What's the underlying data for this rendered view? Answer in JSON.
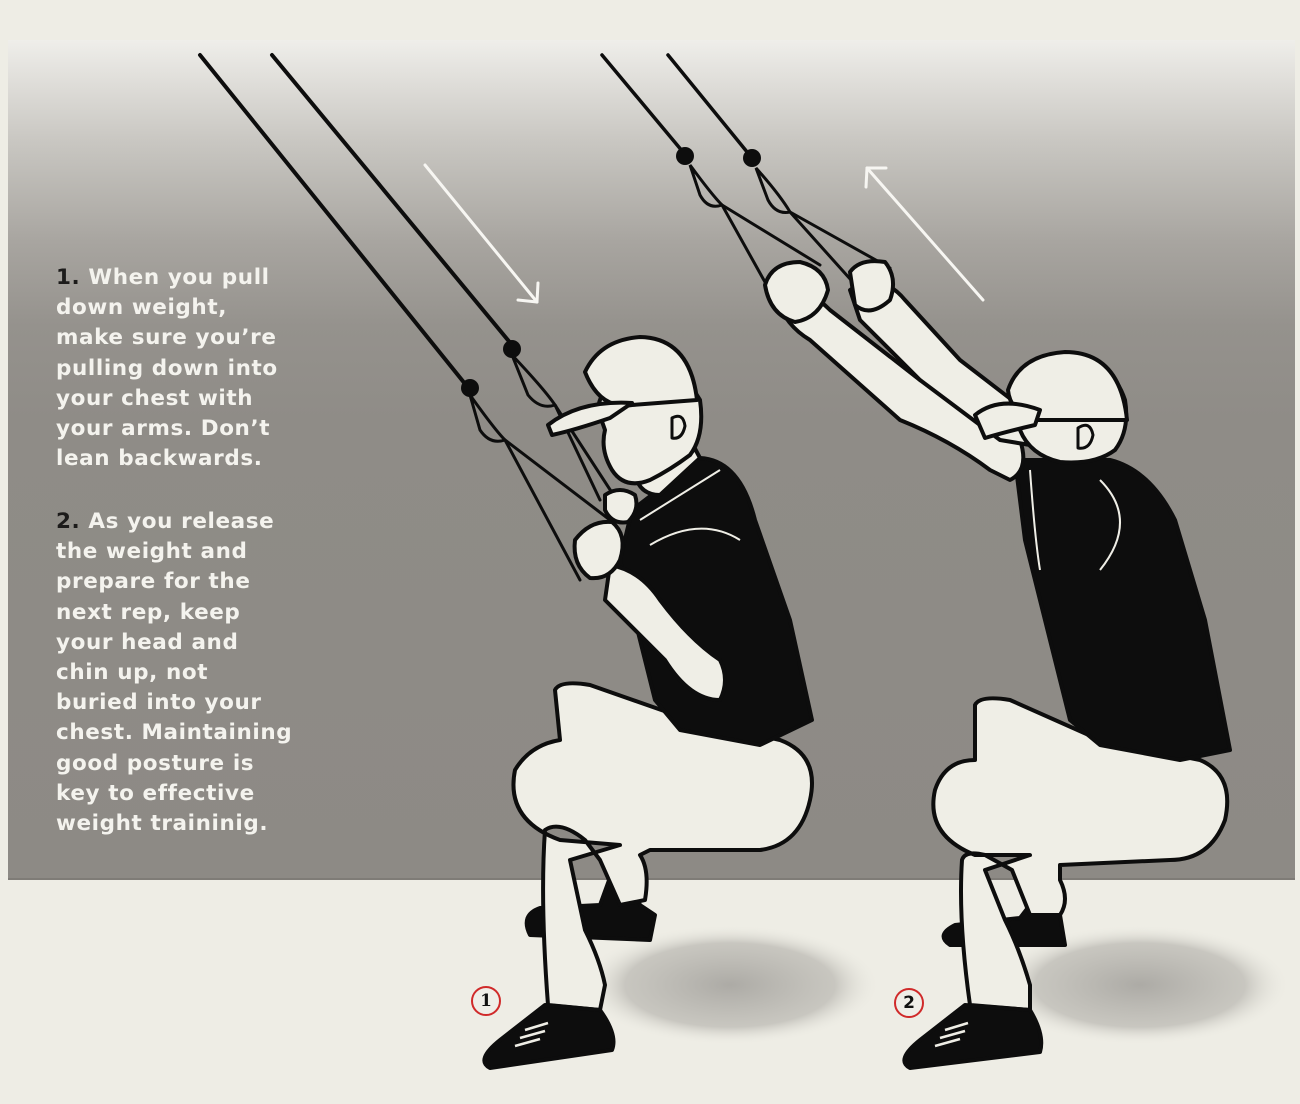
{
  "illustration": {
    "subject": "suspension-strap pull-down exercise, two stages",
    "colors": {
      "page_background": "#eeede5",
      "panel_gray": "#8d8a85",
      "caption_text": "#f4f3ee",
      "caption_number": "#1c1b1a",
      "badge_ring": "#d02a2a",
      "ink": "#0d0d0d",
      "skin_pants": "#efeee6"
    }
  },
  "captions": [
    {
      "number": "1.",
      "text": "When you pull down weight, make sure you’re pulling down into your chest with your arms. Don’t lean backwards."
    },
    {
      "number": "2.",
      "text": "As you release the weight and prepare for the next rep, keep your head and chin up, not buried into your chest. Maintaining good posture is key to effective weight traininig."
    }
  ],
  "figures": [
    {
      "badge": "1",
      "arrow": "down-right",
      "pose": "pulling handles to chest"
    },
    {
      "badge": "2",
      "arrow": "up-left",
      "pose": "arms extended, releasing"
    }
  ]
}
